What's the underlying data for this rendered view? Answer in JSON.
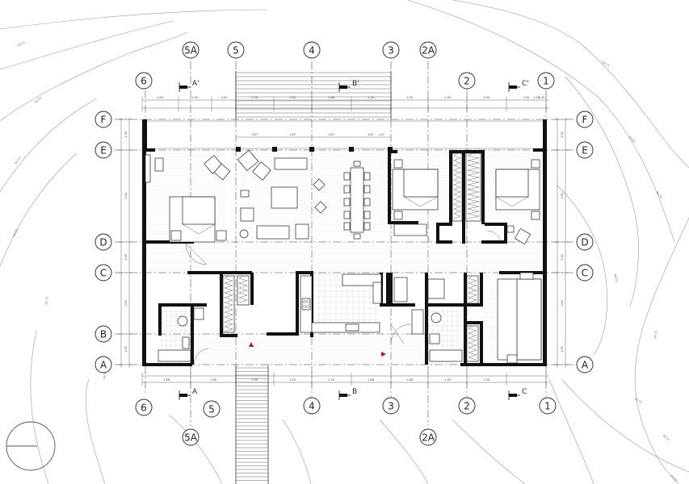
{
  "plan": {
    "grid_top": [
      "5A",
      "5",
      "4",
      "3",
      "2A"
    ],
    "grid_top_row2": [
      "6",
      "2",
      "1"
    ],
    "grid_bottom": [
      "6",
      "5",
      "4",
      "3",
      "2",
      "1"
    ],
    "grid_bottom_row2": [
      "5A",
      "2A"
    ],
    "rows_left": [
      "F",
      "E",
      "D",
      "C",
      "B",
      "A"
    ],
    "rows_right": [
      "F",
      "E",
      "D",
      "C",
      "A"
    ],
    "sections_top": [
      "A'",
      "B'",
      "C'"
    ],
    "sections_bottom": [
      "A",
      "B",
      "C"
    ]
  },
  "dimensions": {
    "top": [
      "1.90",
      "1.90",
      "1.90",
      "1.90",
      "2.63",
      "1.88",
      "1.18",
      "1.90",
      "1.90",
      "1.90",
      "1.90",
      "1.90",
      "1.90"
    ],
    "furniture": [
      "1.87",
      "1.87",
      "1.87",
      "1.87",
      "1.87"
    ],
    "bottom": [
      "1.88",
      "1.88",
      "1.90",
      "1.90",
      "1.90",
      "1.88",
      "1.88",
      "1.90",
      "1.90"
    ],
    "left": [
      "1.90",
      "1.90",
      "1.90",
      "1.90",
      "1.90",
      "1.90"
    ],
    "right": [
      "1.90",
      "1.90",
      "1.90",
      "1.90",
      "1.90",
      "1.90"
    ]
  },
  "contours": {
    "labels": [
      "99.75",
      "99.50",
      "99.25",
      "99.00",
      "98.75",
      "98.50",
      "99.75",
      "99.50",
      "99.25",
      "99.00",
      "98.75",
      "98.50",
      "98.25",
      "98.00"
    ]
  },
  "icons": {
    "north": "north-arrow-icon",
    "entry": "entry-marker-icon"
  },
  "colors": {
    "lines": "#222222",
    "walls": "#111111",
    "markers": "#d01010"
  }
}
